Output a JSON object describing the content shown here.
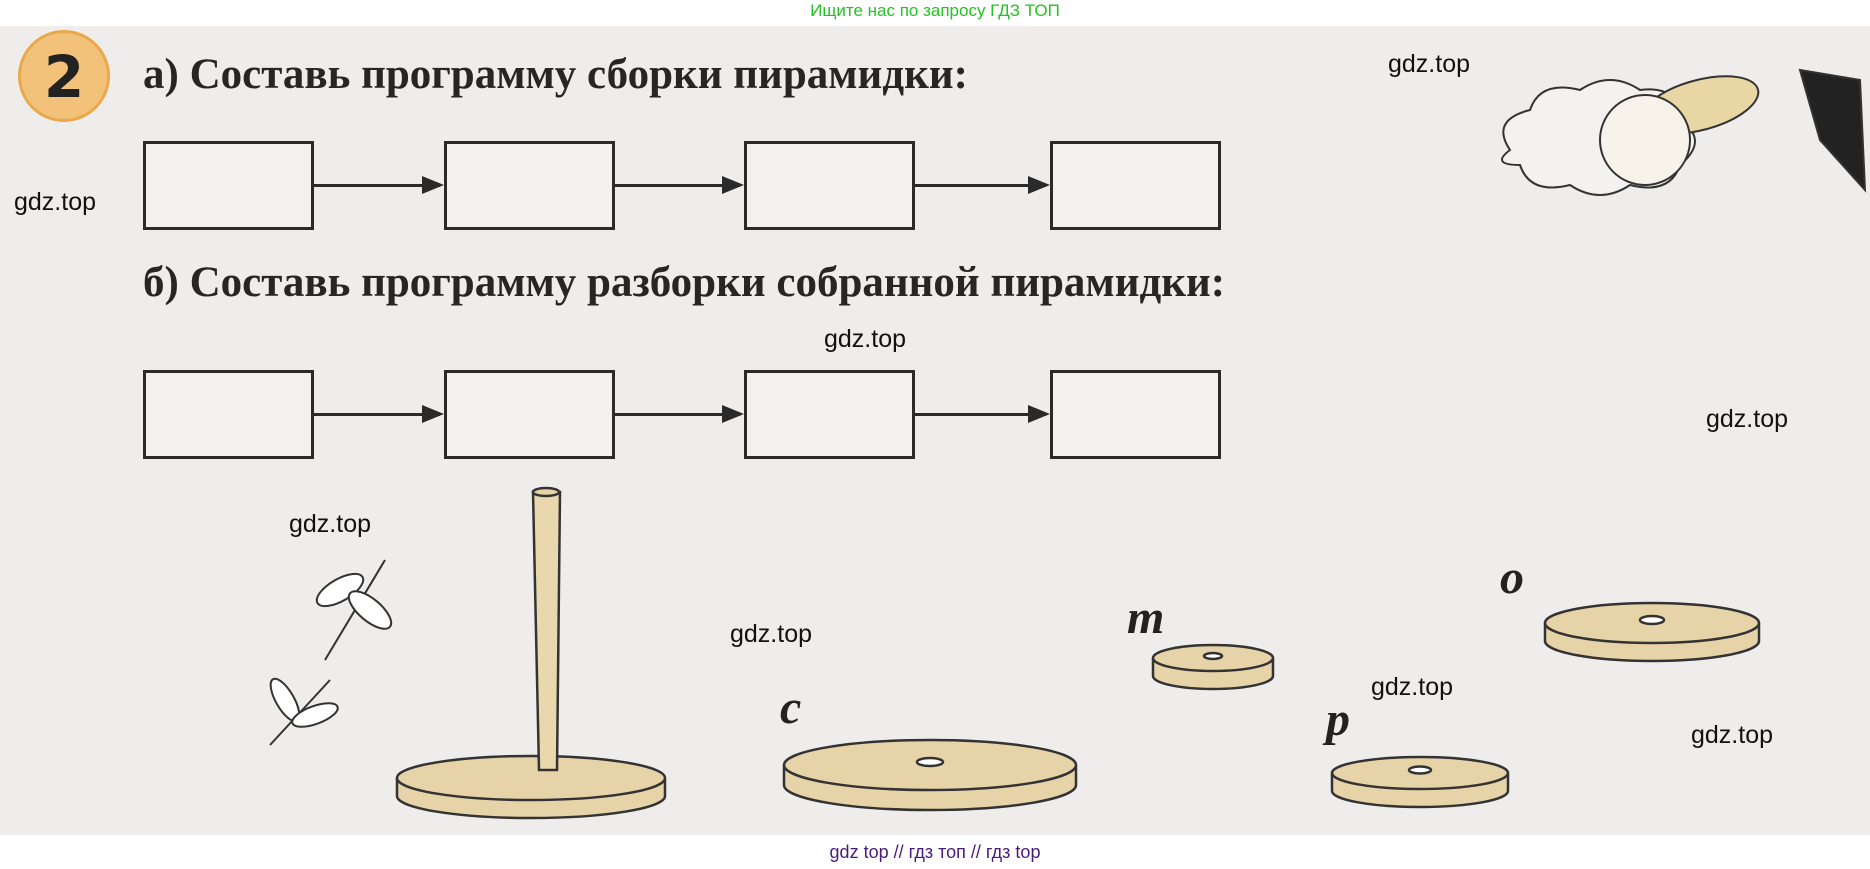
{
  "banner": "Ищите нас по запросу ГДЗ ТОП",
  "task_number": "2",
  "task_a": "а) Составь программу сборки пирамидки:",
  "task_b": "б) Составь программу разборки собранной пирамидки:",
  "pieces": {
    "m": "m",
    "o": "o",
    "c": "c",
    "p": "p"
  },
  "watermark": "gdz.top",
  "footer": "gdz top  //  гдз топ  //  гдз top",
  "colors": {
    "paper": "#efedeb",
    "disc": "#e6d3a8",
    "badge": "#f3c27a",
    "banner_text": "#22c322",
    "footer_text": "#4b1a7a"
  }
}
